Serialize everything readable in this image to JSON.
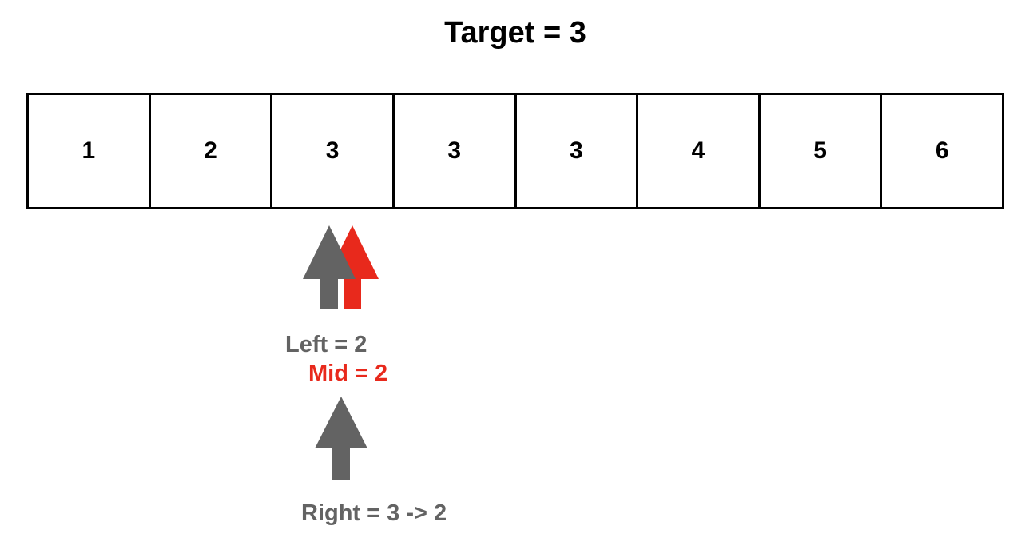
{
  "title": "Target = 3",
  "array": {
    "values": [
      "1",
      "2",
      "3",
      "3",
      "3",
      "4",
      "5",
      "6"
    ]
  },
  "pointers": {
    "left": {
      "label": "Left = 2",
      "color": "#636363"
    },
    "mid": {
      "label": "Mid = 2",
      "color": "#e8291c"
    },
    "right": {
      "label": "Right = 3 -> 2",
      "color": "#636363"
    }
  }
}
